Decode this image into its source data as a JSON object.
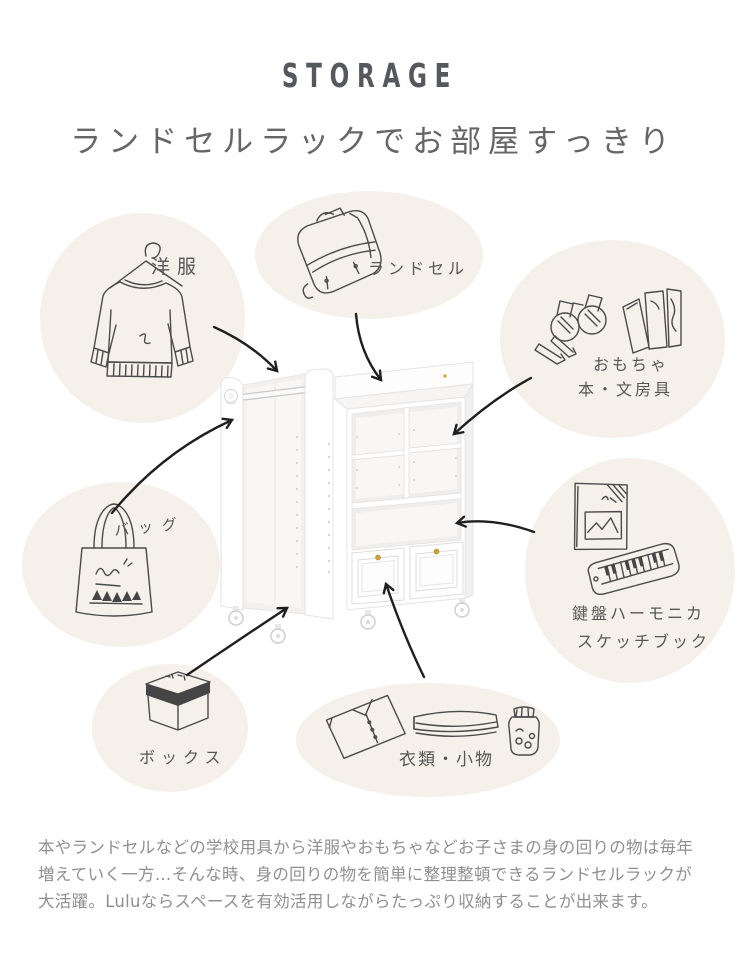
{
  "header": {
    "title": "STORAGE",
    "subtitle": "ランドセルラックでお部屋すっきり"
  },
  "colors": {
    "background": "#ffffff",
    "circle_bg": "#f5f1ea",
    "title_text": "#55585c",
    "subtitle_text": "#666666",
    "label_text": "#565656",
    "paragraph_text": "#8f8f8f",
    "sketch_line": "#4a4a4a",
    "arrow": "#1f1f1f",
    "rack_body": "#ffffff",
    "rack_shade": "#f1f0ef",
    "knob_gold": "#c9a43f"
  },
  "callouts": {
    "clothes": {
      "label": "洋服",
      "icon": "sweater-on-hanger-sketch"
    },
    "randoseru": {
      "label": "ランドセル",
      "icon": "school-backpack-sketch"
    },
    "toys_books": {
      "line1": "おもちゃ",
      "line2": "本・文房具",
      "icon": "binoculars-pencils-books-sketch"
    },
    "bag": {
      "label": "バッグ",
      "icon": "tote-bag-sketch"
    },
    "melodica_sketchbook": {
      "line1": "鍵盤ハーモニカ",
      "line2": "スケッチブック",
      "icon": "sketchbook-melodica-sketch"
    },
    "box": {
      "label": "ボックス",
      "icon": "storage-box-sketch"
    },
    "clothing_small_items": {
      "label": "衣類・小物",
      "icon": "folded-shirt-towel-jar-sketch"
    }
  },
  "description": {
    "line1": "本やランドセルなどの学校用具から洋服やおもちゃなどお子さまの身の回りの物は毎年",
    "line2": "増えていく一方…そんな時、身の回りの物を簡単に整理整頓できるランドセルラックが",
    "line3": "大活躍。Luluならスペースを有効活用しながらたっぷり収納することが出来ます。"
  }
}
